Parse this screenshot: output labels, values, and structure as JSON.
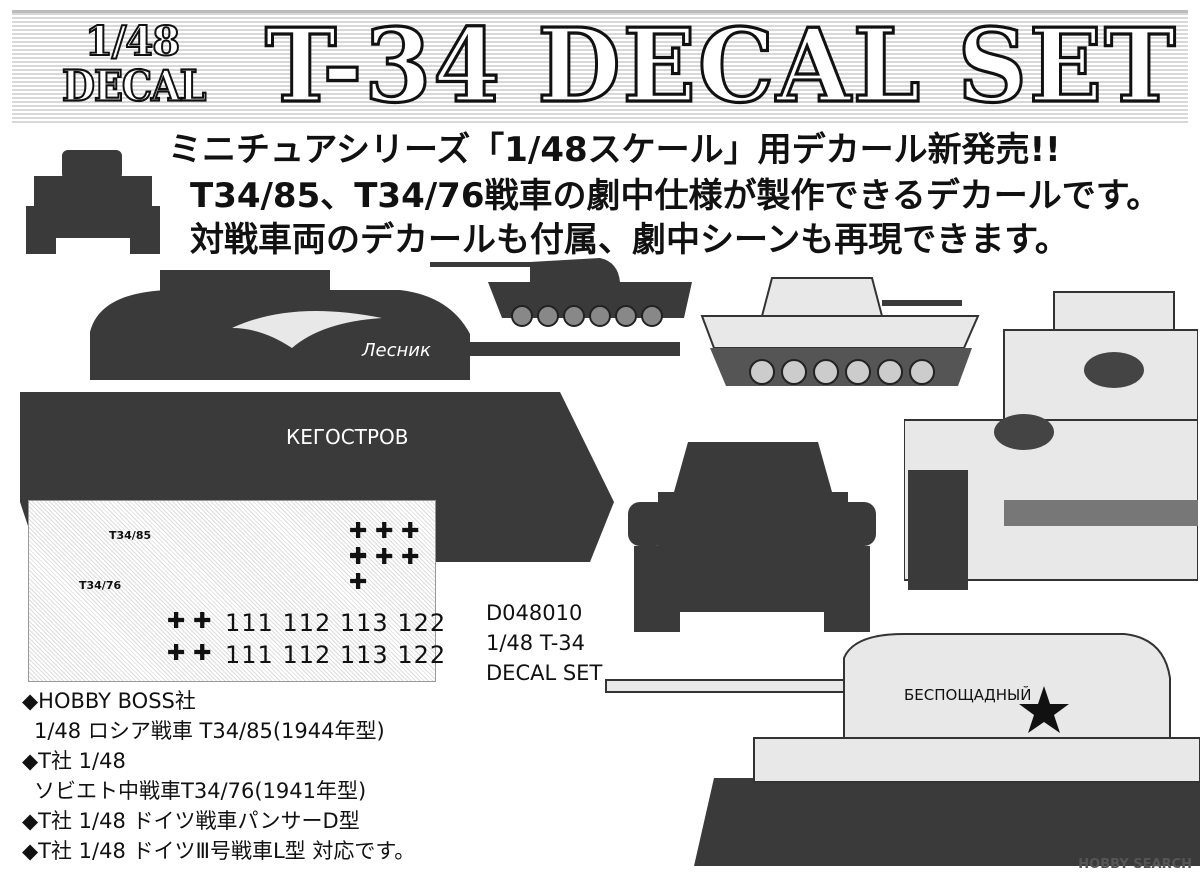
{
  "header": {
    "scale_line1": "1/48",
    "scale_line2": "DECAL",
    "title": "T-34 DECAL SET"
  },
  "description": {
    "line1": "ミニチュアシリーズ「1/48スケール」用デカール新発売!!",
    "line2": "T34/85、T34/76戦車の劇中仕様が製作できるデカールです。",
    "line3": "対戦車両のデカールも付属、劇中シーンも再現できます。"
  },
  "tank_markings": {
    "t34_85_turret": "Лесник",
    "t34_85_hull": "КЕГОСТРОВ",
    "t34_76_turret": "БЕСПОЩАДНЫЙ"
  },
  "decal_sheet": {
    "row1": "111 112 113 122",
    "row2": "111 112 113 122",
    "label_a": "T34/76",
    "label_b": "T34/85"
  },
  "product": {
    "code": "D048010",
    "name_line1": "1/48  T-34",
    "name_line2": "DECAL SET"
  },
  "compatibility": [
    {
      "maker": "◆HOBBY BOSS社",
      "detail": "1/48 ロシア戦車 T34/85(1944年型)"
    },
    {
      "maker": "◆T社 1/48",
      "detail": "ソビエト中戦車T34/76(1941年型)"
    },
    {
      "maker": "◆T社 1/48 ドイツ戦車パンサーD型",
      "detail": ""
    },
    {
      "maker": "◆T社 1/48 ドイツⅢ号戦車L型 対応です。",
      "detail": ""
    }
  ],
  "watermark": "HOBBY SEARCH"
}
